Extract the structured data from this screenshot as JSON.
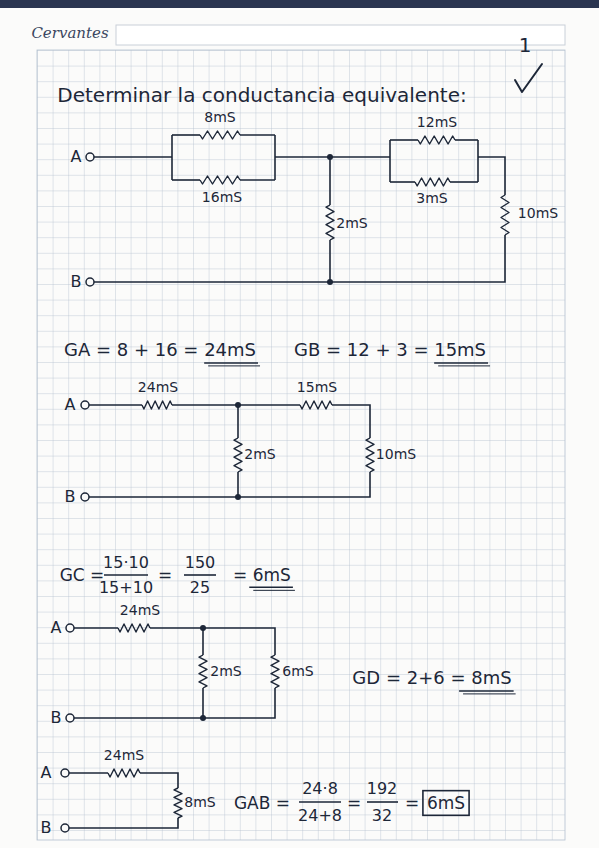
{
  "diagram": {
    "title": "Determinar la conductancia equivalente:",
    "labels": [
      "Cervantes",
      "1",
      "A",
      "B",
      "8mS",
      "16mS",
      "12mS",
      "3mS",
      "2mS",
      "10mS",
      "GA = 8 + 16 = 24mS",
      "GB = 12 + 3 = 15mS",
      "A",
      "B",
      "24mS",
      "15mS",
      "2mS",
      "10mS",
      "GC =",
      "15·10",
      "15+10",
      "=",
      "150",
      "25",
      "= 6mS",
      "A",
      "B",
      "24mS",
      "2mS",
      "6mS",
      "GD = 2+6 = 8mS",
      "A",
      "B",
      "24mS",
      "8mS",
      "GAB =",
      "24·8",
      "24+8",
      "=",
      "192",
      "32",
      "=",
      "6mS"
    ]
  }
}
